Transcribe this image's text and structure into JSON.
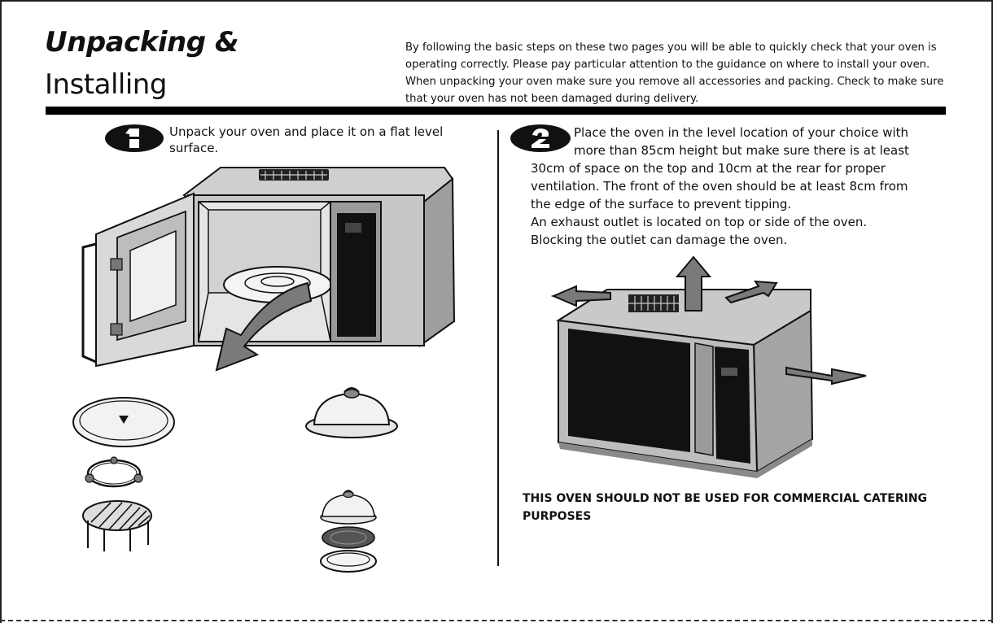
{
  "title": {
    "line1": "Unpacking &",
    "line2": "Installing"
  },
  "intro": "By following the basic steps on these two pages you will be able to quickly check that your oven is operating correctly. Please pay particular attention to the guidance on where to install your oven. When unpacking your oven make sure you remove all accessories and packing. Check to make sure that your oven has not been damaged during delivery.",
  "step1": {
    "number": "1",
    "text": "Unpack your oven and place it on a flat level surface."
  },
  "step2": {
    "number": "2",
    "text_first": "Place the oven in the level location of your choice with more than 85cm height but make sure there is at least",
    "text_rest": "30cm of space on the top and 10cm at the rear for proper ventilation. The front of the oven should be at least 8cm from the edge of the surface to prevent tipping.",
    "text_exhaust": "An exhaust outlet is located on top or side of the oven. Blocking the outlet can damage the oven."
  },
  "warning": "THIS OVEN SHOULD NOT BE USED FOR COMMERCIAL CATERING PURPOSES",
  "colors": {
    "rule": "#000000",
    "badge": "#111111",
    "arrow": "#7a7a7a",
    "oven_body": "#b5b5b5",
    "oven_dark": "#1a1a1a"
  },
  "illustrations": {
    "open-oven": "microwave-open-door-icon",
    "accessories": [
      "turntable-glass-tray-icon",
      "roller-ring-icon",
      "wire-rack-icon",
      "dome-cover-icon",
      "small-dome-set-icon"
    ],
    "closed-oven": "microwave-ventilation-arrows-icon"
  }
}
